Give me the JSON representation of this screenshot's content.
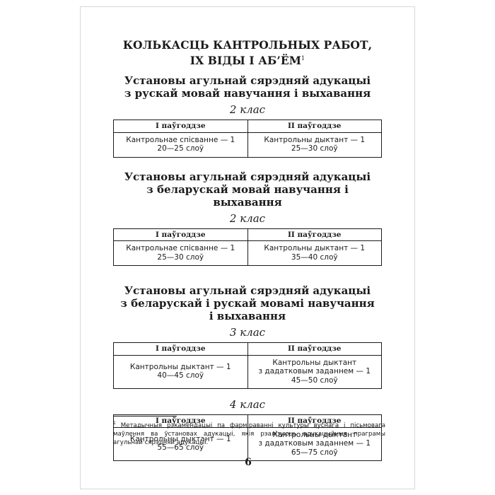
{
  "title": {
    "line1": "КОЛЬКАСЦЬ КАНТРОЛЬНЫХ РАБОТ,",
    "line2": "ІХ ВІДЫ І АБ’ЁМ",
    "footnote_mark": "1"
  },
  "sections": [
    {
      "title_line1": "Установы агульнай сярэдняй адукацыі",
      "title_line2": "з рускай мовай навучання і выхавання",
      "grade": "2 клас",
      "table": {
        "headers": [
          "І паўгоддзе",
          "ІІ паўгоддзе"
        ],
        "cells": [
          [
            "Кантрольнае спісванне — 1",
            "20—25 слоў"
          ],
          [
            "Кантрольны дыктант — 1",
            "25—30 слоў"
          ]
        ]
      }
    },
    {
      "title_line1": "Установы агульнай сярэдняй адукацыі",
      "title_line2": "з беларускай мовай навучання і выхавання",
      "grade": "2 клас",
      "table": {
        "headers": [
          "І паўгоддзе",
          "ІІ паўгоддзе"
        ],
        "cells": [
          [
            "Кантрольнае спісванне — 1",
            "25—30 слоў"
          ],
          [
            "Кантрольны дыктант — 1",
            "35—40 слоў"
          ]
        ]
      }
    },
    {
      "title_line1": "Установы агульнай сярэдняй адукацыі",
      "title_line2": "з беларускай і рускай мовамі навучання",
      "title_line3": "і выхавання",
      "grade": "3 клас",
      "table": {
        "headers": [
          "І паўгоддзе",
          "ІІ паўгоддзе"
        ],
        "cells": [
          [
            "Кантрольны дыктант — 1",
            "40—45 слоў"
          ],
          [
            "Кантрольны дыктант",
            "з дадатковым заданнем — 1",
            "45—50 слоў"
          ]
        ]
      }
    },
    {
      "grade": "4 клас",
      "table": {
        "headers": [
          "І паўгоддзе",
          "ІІ паўгоддзе"
        ],
        "cells": [
          [
            "Кантрольны дыктант — 1",
            "55—65 слоў"
          ],
          [
            "Кантрольны дыктант",
            "з дадатковым заданнем — 1",
            "65—75 слоў"
          ]
        ]
      }
    }
  ],
  "footnote": {
    "mark": "1",
    "text": "Метадычныя рэкамендацыі па фарміраванні культуры вуснага і пісьмовага маўлення ва ўстановах адукацыі, якія рэалізуюць адукацыйныя праграмы агульнай сярэдняй адукацыі."
  },
  "page_number": "6"
}
